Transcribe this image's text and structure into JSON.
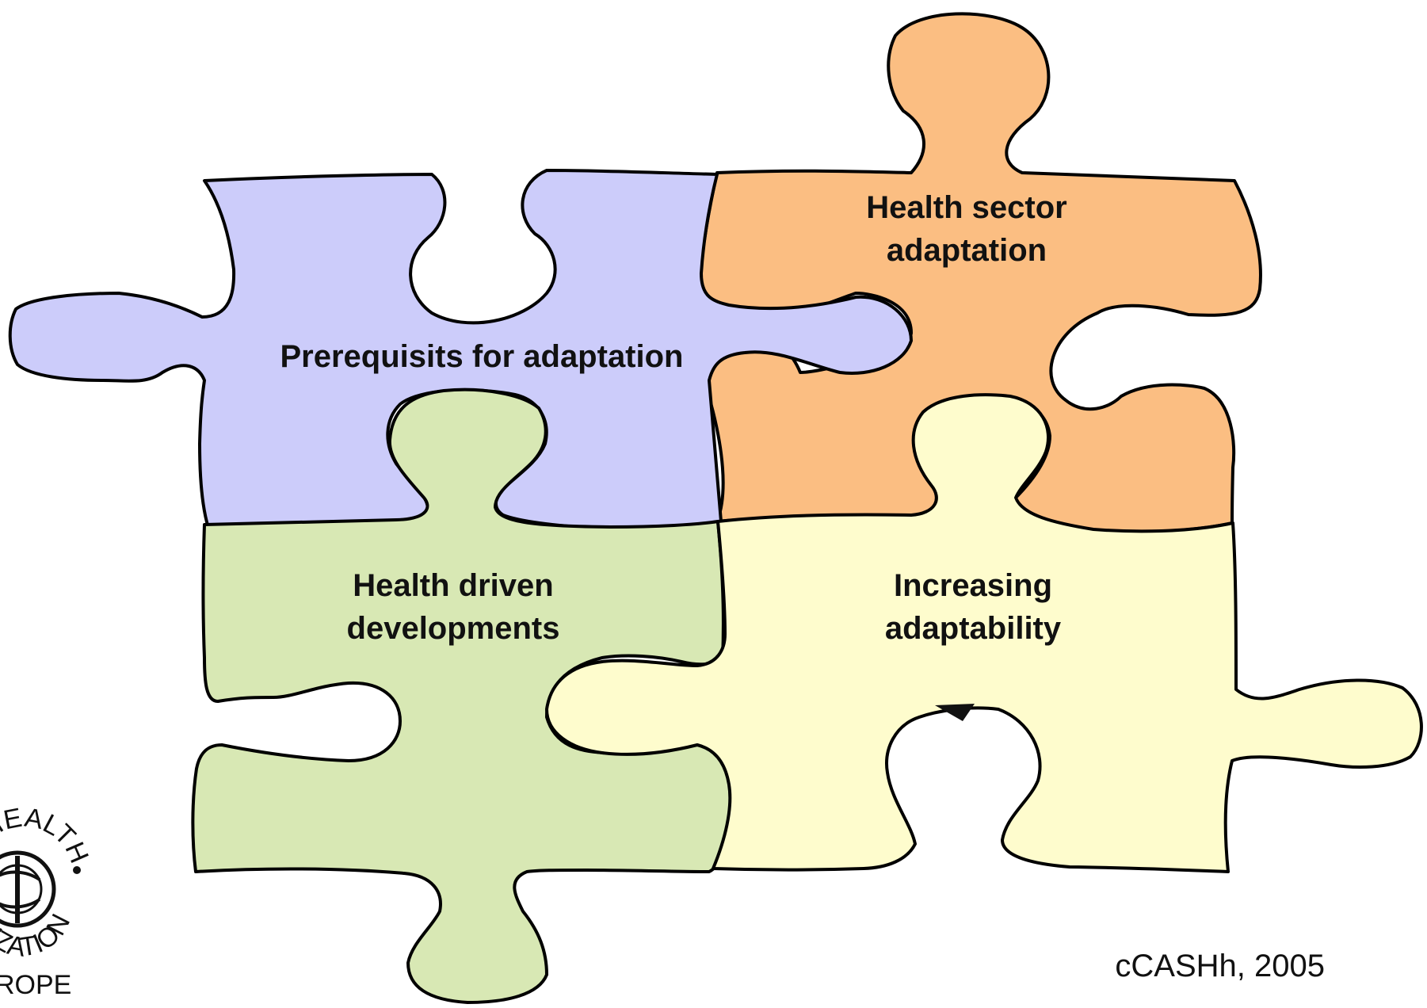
{
  "diagram": {
    "pieces": {
      "prerequisites": {
        "label": "Prerequisits for adaptation",
        "color": "#ccccfa"
      },
      "health_sector": {
        "label_line1": "Health sector",
        "label_line2": "adaptation",
        "color": "#fbbe82"
      },
      "health_driven": {
        "label_line1": "Health driven",
        "label_line2": "developments",
        "color": "#d8e8b4"
      },
      "increasing": {
        "label_line1": "Increasing",
        "label_line2": "adaptability",
        "color": "#fefccd"
      }
    },
    "credit": "cCASHh, 2005",
    "logo": {
      "arc_text": "D HEALTH",
      "arc_text_2": "NIZATION",
      "region": "ROPE"
    }
  }
}
